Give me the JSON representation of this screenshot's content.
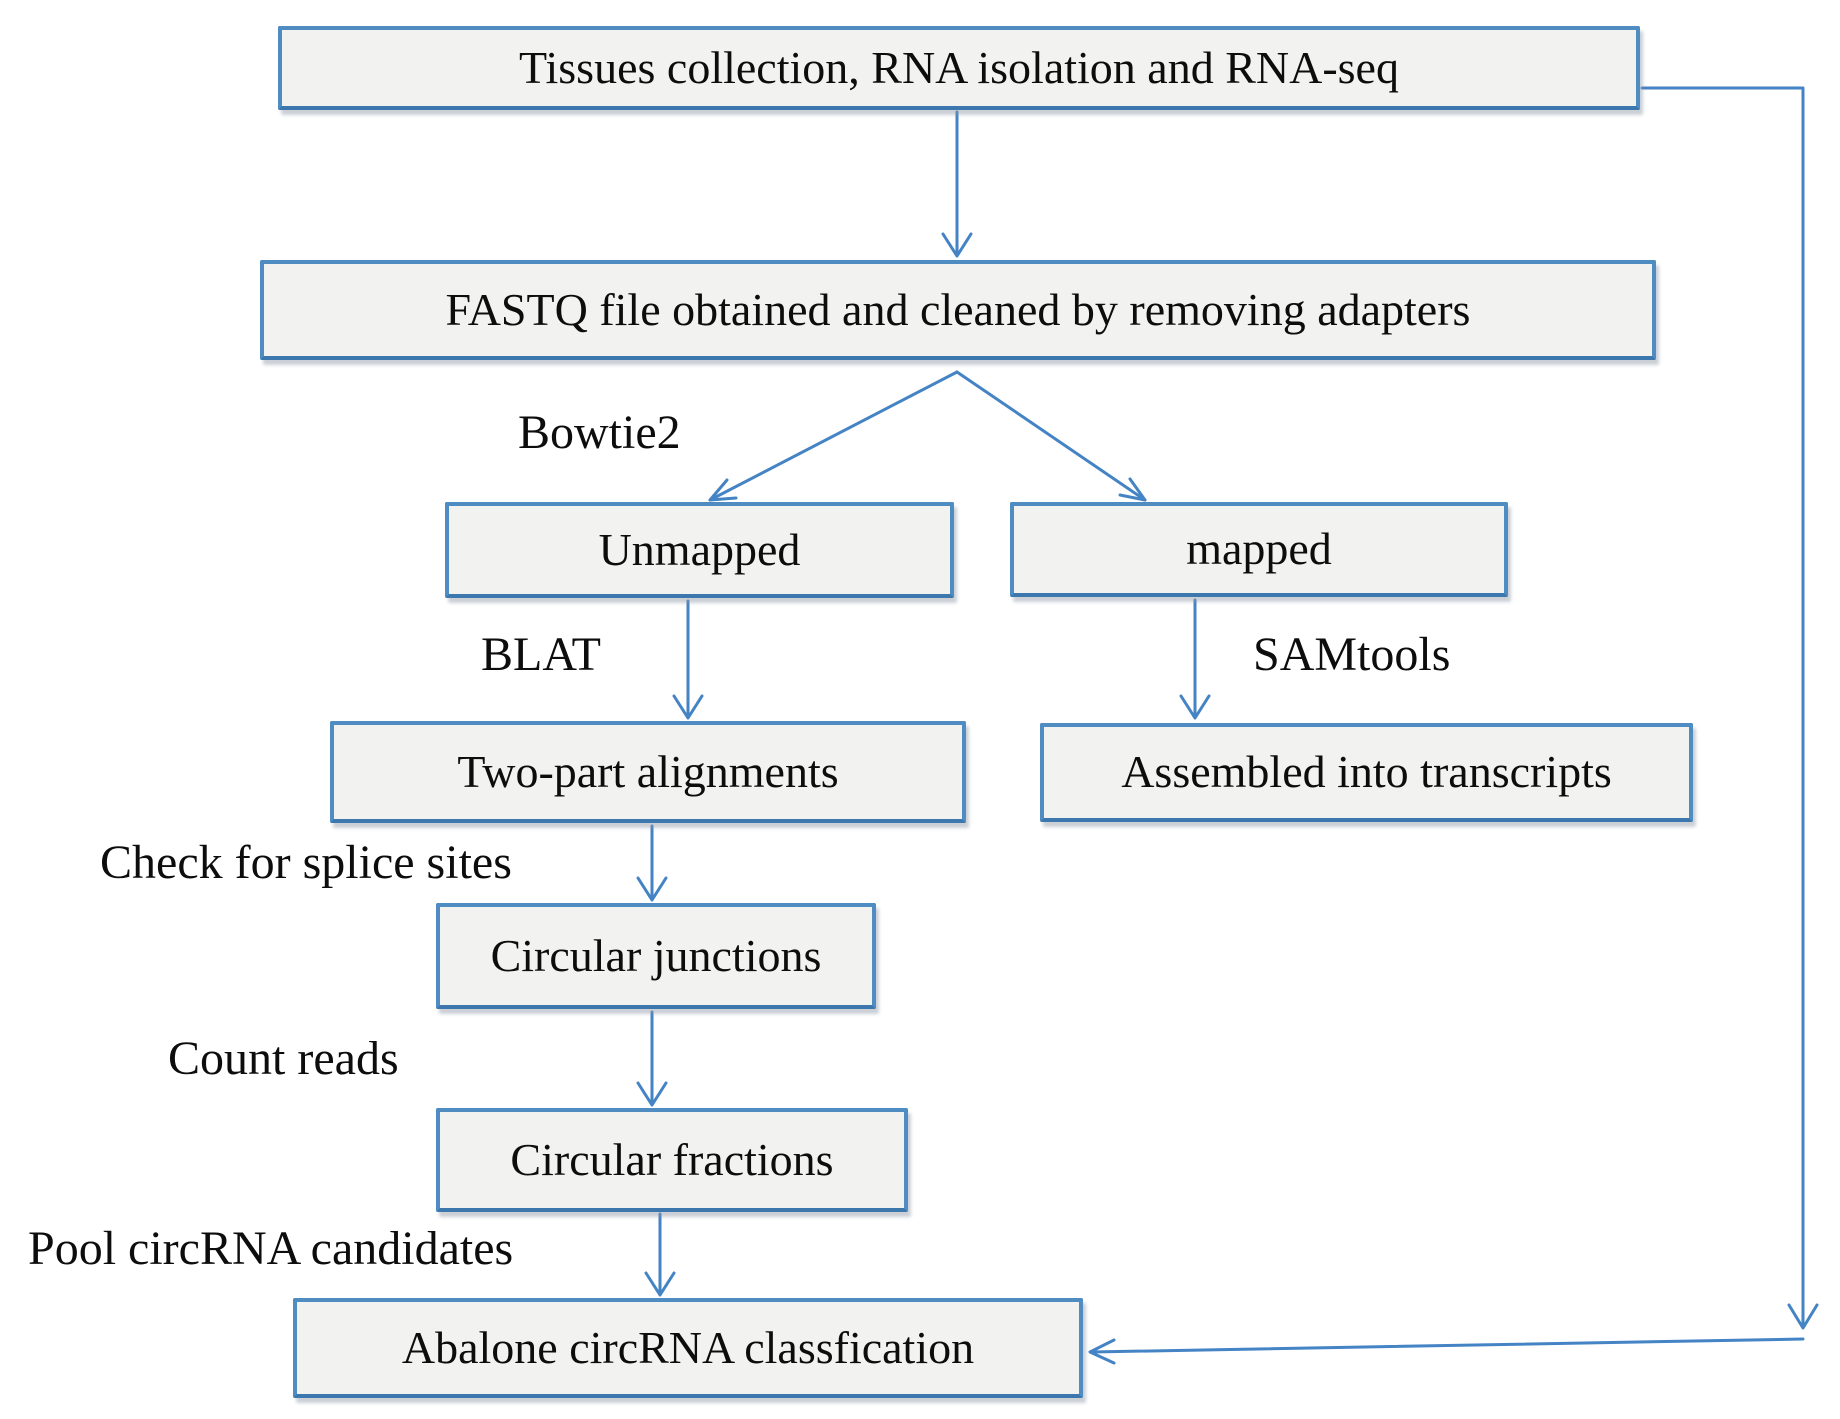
{
  "figure": {
    "type": "flowchart",
    "boxes": {
      "tissues": "Tissues collection, RNA isolation and RNA-seq",
      "fastq": "FASTQ file obtained and cleaned by removing adapters",
      "unmapped": "Unmapped",
      "mapped": "mapped",
      "two_part": "Two-part alignments",
      "assembled": "Assembled into transcripts",
      "junctions": "Circular junctions",
      "fractions": "Circular fractions",
      "abalone": "Abalone circRNA classfication"
    },
    "labels": {
      "bowtie2": "Bowtie2",
      "blat": "BLAT",
      "samtools": "SAMtools",
      "splice_sites": "Check for splice sites",
      "count_reads": "Count reads",
      "pool": "Pool circRNA candidates"
    },
    "colors": {
      "box_fill": "#f2f2f1",
      "box_border": "#4e8cc2",
      "box_border_bottom": "#3c78ae",
      "arrow": "#4483c4",
      "text": "#0d0d0d",
      "background": "#ffffff"
    }
  }
}
